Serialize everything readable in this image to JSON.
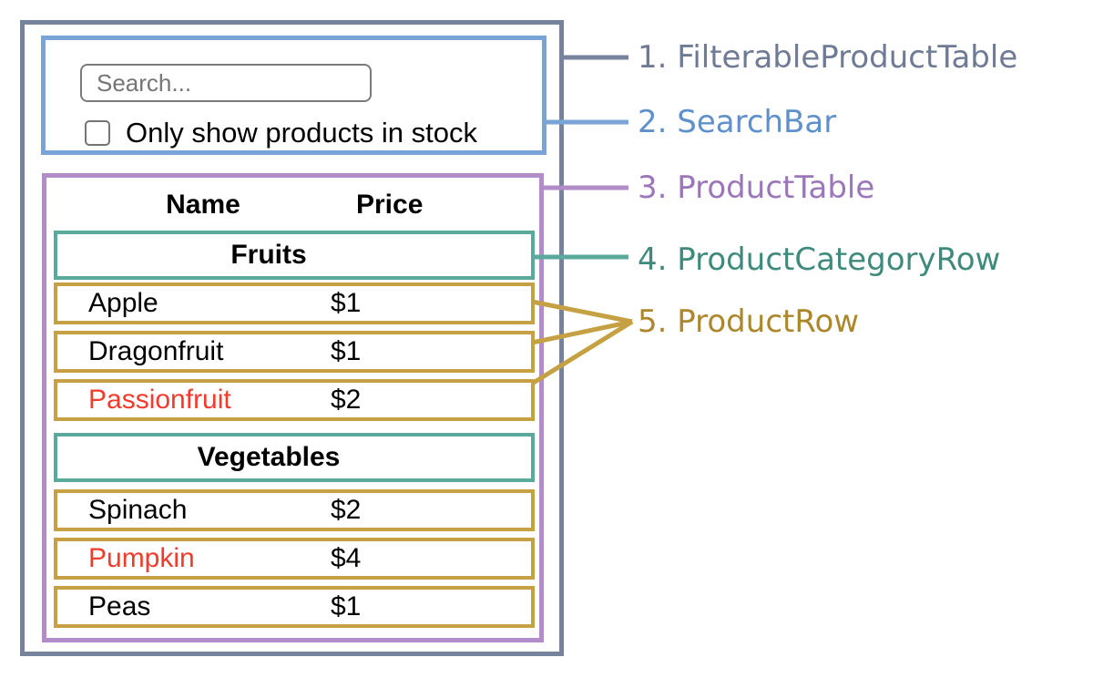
{
  "legend": {
    "items": [
      {
        "label": "1. FilterableProductTable",
        "text_color": "#6f7b95",
        "box_color": "#77839d"
      },
      {
        "label": "2. SearchBar",
        "text_color": "#5e90cc",
        "box_color": "#7aa3d8"
      },
      {
        "label": "3. ProductTable",
        "text_color": "#9c76ba",
        "box_color": "#b18cc8"
      },
      {
        "label": "4. ProductCategoryRow",
        "text_color": "#3e8b7d",
        "box_color": "#5ba99c"
      },
      {
        "label": "5. ProductRow",
        "text_color": "#ad872c",
        "box_color": "#c5a143"
      }
    ]
  },
  "search_bar": {
    "placeholder": "Search...",
    "checkbox_label": "Only show products in stock",
    "checkbox_checked": false
  },
  "product_table": {
    "name_header": "Name",
    "price_header": "Price",
    "out_of_stock_color": "#f23b2c",
    "sections": [
      {
        "category": "Fruits",
        "rows": [
          {
            "name": "Apple",
            "price": "$1",
            "out_of_stock": false
          },
          {
            "name": "Dragonfruit",
            "price": "$1",
            "out_of_stock": false
          },
          {
            "name": "Passionfruit",
            "price": "$2",
            "out_of_stock": true
          }
        ]
      },
      {
        "category": "Vegetables",
        "rows": [
          {
            "name": "Spinach",
            "price": "$2",
            "out_of_stock": false
          },
          {
            "name": "Pumpkin",
            "price": "$4",
            "out_of_stock": true
          },
          {
            "name": "Peas",
            "price": "$1",
            "out_of_stock": false
          }
        ]
      }
    ]
  }
}
